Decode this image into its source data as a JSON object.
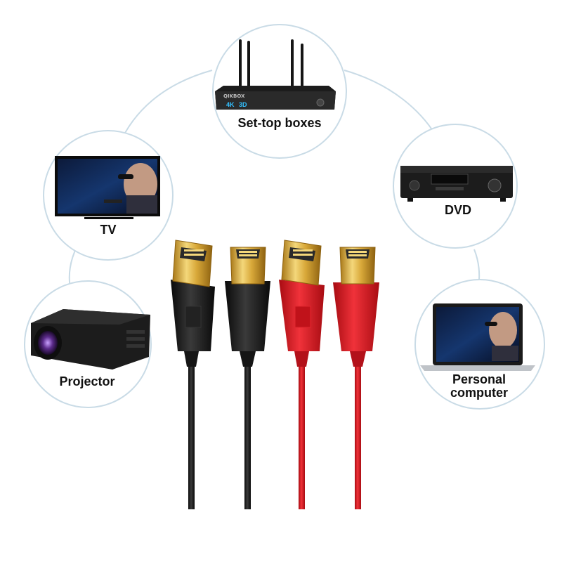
{
  "devices": {
    "settop": {
      "label": "Set-top boxes",
      "icon": "set-top-box-icon",
      "box_text_brand": "QIKBOX",
      "box_text_res": "4K",
      "box_text_3d": "3D"
    },
    "tv": {
      "label": "TV",
      "icon": "tv-icon"
    },
    "dvd": {
      "label": "DVD",
      "icon": "dvd-player-icon"
    },
    "projector": {
      "label": "Projector",
      "icon": "projector-icon"
    },
    "pc": {
      "label_line1": "Personal",
      "label_line2": "computer",
      "icon": "laptop-icon"
    }
  },
  "cables": [
    {
      "color": "black",
      "connector": "hdmi-plug-angled",
      "hex": "#1a1a1a"
    },
    {
      "color": "black",
      "connector": "hdmi-plug-straight",
      "hex": "#1a1a1a"
    },
    {
      "color": "red",
      "connector": "hdmi-plug-angled",
      "hex": "#d6141c"
    },
    {
      "color": "red",
      "connector": "hdmi-plug-straight",
      "hex": "#d6141c"
    }
  ],
  "colors": {
    "ring_stroke": "#c9dbe6",
    "arc_stroke": "#c9dbe6",
    "gold": "#d9a93a",
    "black_cable": "#1a1a1a",
    "red_cable": "#d6141c"
  }
}
